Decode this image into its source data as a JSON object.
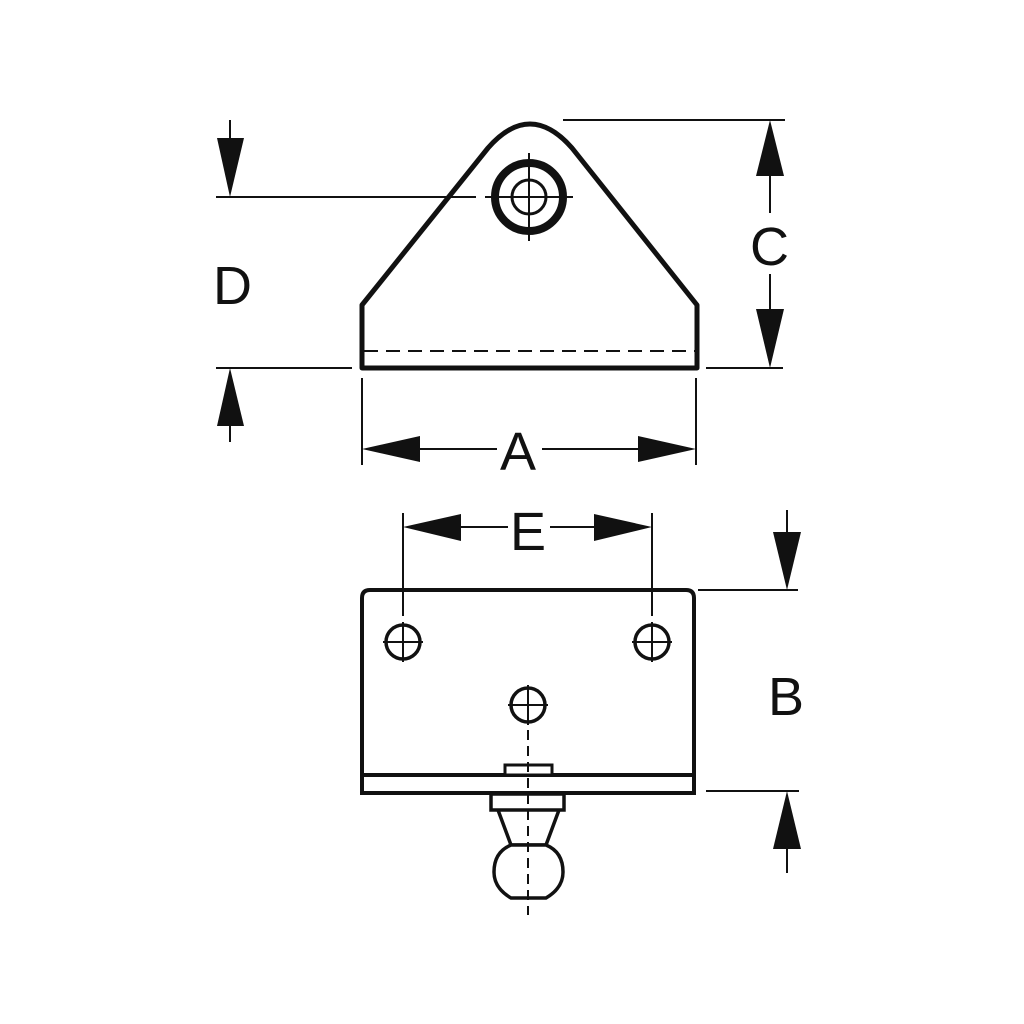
{
  "diagram": {
    "type": "technical-drawing",
    "subject": "gas spring mounting bracket",
    "views": [
      {
        "name": "front-view",
        "description": "triangular tab with pivot hole"
      },
      {
        "name": "top-view",
        "description": "rectangular base plate with three holes and ball stud"
      }
    ],
    "dimensions": {
      "A": "A",
      "B": "B",
      "C": "C",
      "D": "D",
      "E": "E"
    },
    "colors": {
      "line": "#111111",
      "background": "#ffffff"
    }
  }
}
